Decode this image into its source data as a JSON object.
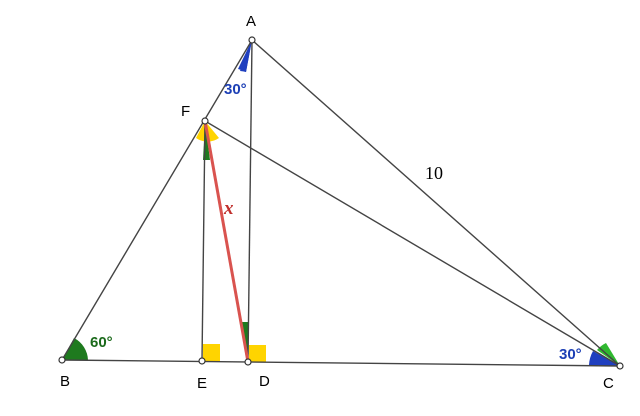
{
  "points": {
    "A": "A",
    "B": "B",
    "C": "C",
    "D": "D",
    "E": "E",
    "F": "F"
  },
  "angles": {
    "A": "30°",
    "B": "60°",
    "C": "30°"
  },
  "segments": {
    "AC": "10",
    "FD": "x"
  },
  "colors": {
    "line": "#444444",
    "highlight_segment": "#d9534f",
    "angle_blue": "#1f3fbf",
    "angle_green": "#1e7a1e",
    "right_angle_yellow": "#ffd400",
    "label_blue": "#1c3fb5",
    "label_green": "#1b6a1b",
    "label_red": "#c0302d"
  }
}
